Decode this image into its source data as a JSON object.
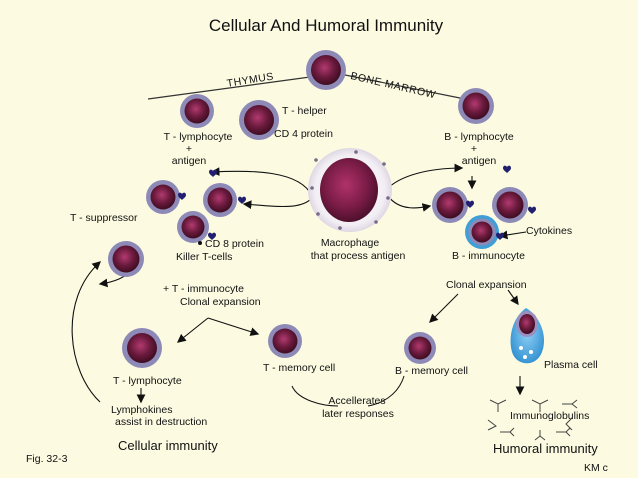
{
  "title": "Cellular And Humoral Immunity",
  "labels": {
    "thymus": "THYMUS",
    "bone_marrow": "BONE MARROW",
    "t_helper": "T - helper",
    "cd4": "CD 4 protein",
    "t_lymphocyte_antigen": [
      "T - lymphocyte",
      "+",
      "antigen"
    ],
    "b_lymphocyte_antigen": [
      "B - lymphocyte",
      "+",
      "antigen"
    ],
    "macrophage": [
      "Macrophage",
      "that process antigen"
    ],
    "t_suppressor": "T - suppressor",
    "cd8": "CD 8 protein",
    "killer": "Killer T-cells",
    "t_immunocyte": [
      "+   T - immunocyte",
      "Clonal expansion"
    ],
    "cytokines": "Cytokines",
    "b_immunocyte": "B - immunocyte",
    "clonal_expansion_b": "Clonal expansion",
    "t_memory": "T - memory cell",
    "b_memory": "B - memory cell",
    "plasma": "Plasma  cell",
    "t_lymphocyte_bottom": "T - lymphocyte",
    "lymphokines": [
      "Lymphokines",
      "assist in destruction"
    ],
    "accellerates": [
      "Accellerates",
      "later responses"
    ],
    "immunoglobulins": "Immunoglobulins",
    "cellular_immunity": "Cellular  immunity",
    "humoral_immunity": "Humoral  immunity",
    "fig": "Fig. 32-3",
    "author": "KM c"
  },
  "colors": {
    "background": "#fcfbe2",
    "cell_ring": "#8e8ab8",
    "cell_fill": "#5e1636",
    "plasma_blue": "#3f9fd6",
    "antigen_heart": "#22206e"
  }
}
